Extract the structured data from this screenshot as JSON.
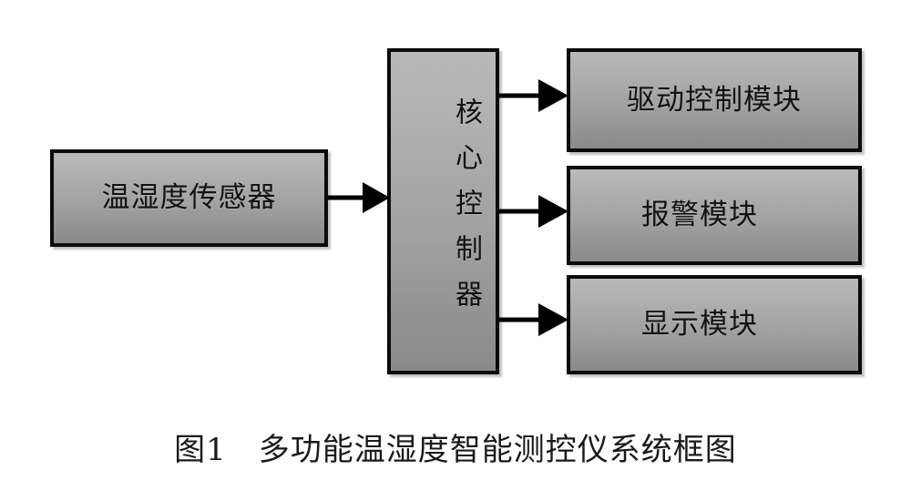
{
  "figure": {
    "background_color": "#ffffff",
    "caption": "图1　多功能温湿度智能测控仪系统框图",
    "caption_number": "图1",
    "caption_title": "多功能温湿度智能测控仪系统框图"
  },
  "style": {
    "box_border_color": "#0b0b0b",
    "box_fill_top": "#b9b9b9",
    "box_fill_bottom": "#8a8a8a",
    "text_color": "#121212",
    "arrow_color": "#000000"
  },
  "blocks": {
    "sensor": {
      "label": "温湿度传感器",
      "orientation": "horizontal"
    },
    "controller": {
      "label": "核心控制器",
      "orientation": "vertical"
    },
    "drive": {
      "label": "驱动控制模块",
      "orientation": "horizontal"
    },
    "alarm": {
      "label": "报警模块",
      "orientation": "horizontal"
    },
    "display": {
      "label": "显示模块",
      "orientation": "horizontal"
    }
  },
  "connections": [
    {
      "name": "sensor-to-controller",
      "from": "sensor",
      "to": "controller",
      "direction": "right"
    },
    {
      "name": "controller-to-drive",
      "from": "controller",
      "to": "drive",
      "direction": "right"
    },
    {
      "name": "controller-to-alarm",
      "from": "controller",
      "to": "alarm",
      "direction": "right"
    },
    {
      "name": "controller-to-display",
      "from": "controller",
      "to": "display",
      "direction": "right"
    }
  ]
}
